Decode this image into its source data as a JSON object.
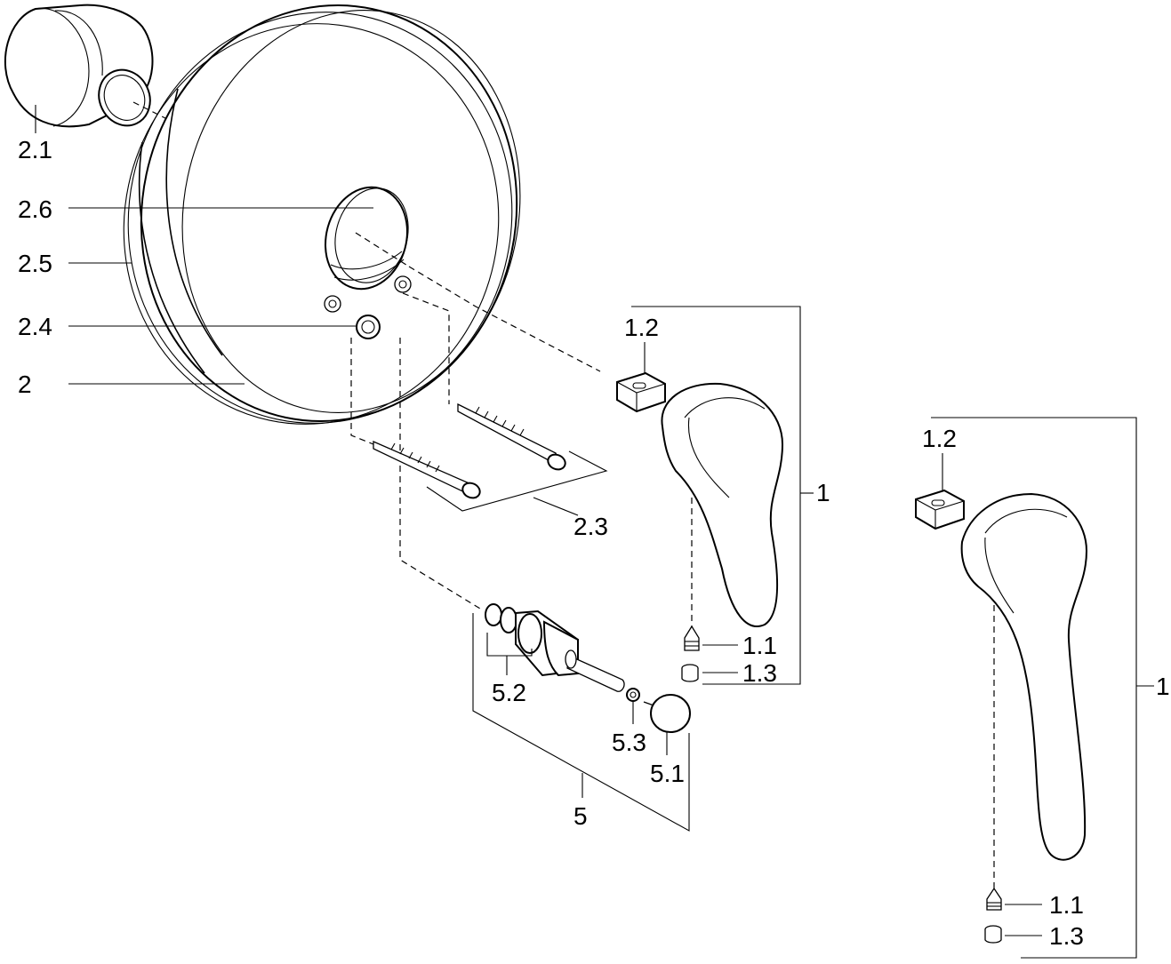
{
  "labels": {
    "l_2_1": "2.1",
    "l_2_6": "2.6",
    "l_2_5": "2.5",
    "l_2_4": "2.4",
    "l_2": "2",
    "l_2_3": "2.3",
    "l_1_2_a": "1.2",
    "l_1_a": "1",
    "l_1_1_a": "1.1",
    "l_1_3_a": "1.3",
    "l_5_2": "5.2",
    "l_5_3": "5.3",
    "l_5_1": "5.1",
    "l_5": "5",
    "l_1_2_b": "1.2",
    "l_1_b": "1",
    "l_1_1_b": "1.1",
    "l_1_3_b": "1.3"
  }
}
